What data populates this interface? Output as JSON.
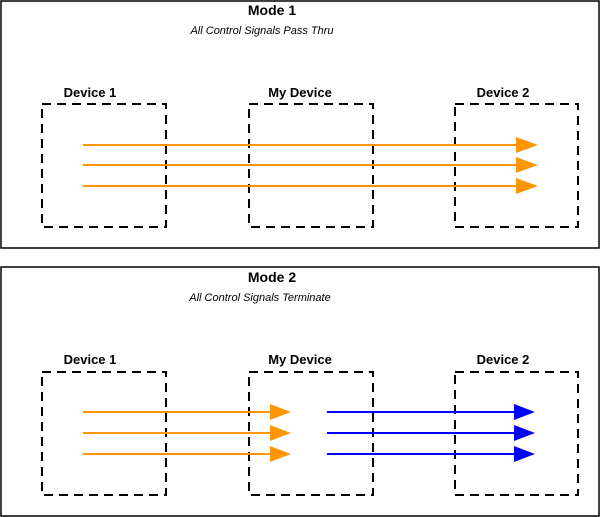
{
  "colors": {
    "orange_signal": "#ff9600",
    "blue_signal": "#0000ff",
    "frame": "#000000"
  },
  "modes": [
    {
      "title": "Mode 1",
      "subtitle": "All Control Signals Pass Thru",
      "devices": [
        "Device 1",
        "My Device",
        "Device 2"
      ],
      "signals": [
        {
          "color": "orange",
          "from": "Device 1",
          "to": "Device 2"
        },
        {
          "color": "orange",
          "from": "Device 1",
          "to": "Device 2"
        },
        {
          "color": "orange",
          "from": "Device 1",
          "to": "Device 2"
        }
      ]
    },
    {
      "title": "Mode 2",
      "subtitle": "All Control Signals Terminate",
      "devices": [
        "Device 1",
        "My Device",
        "Device 2"
      ],
      "signals": [
        {
          "color": "orange",
          "from": "Device 1",
          "to": "My Device"
        },
        {
          "color": "orange",
          "from": "Device 1",
          "to": "My Device"
        },
        {
          "color": "orange",
          "from": "Device 1",
          "to": "My Device"
        },
        {
          "color": "blue",
          "from": "My Device",
          "to": "Device 2"
        },
        {
          "color": "blue",
          "from": "My Device",
          "to": "Device 2"
        },
        {
          "color": "blue",
          "from": "My Device",
          "to": "Device 2"
        }
      ]
    }
  ]
}
